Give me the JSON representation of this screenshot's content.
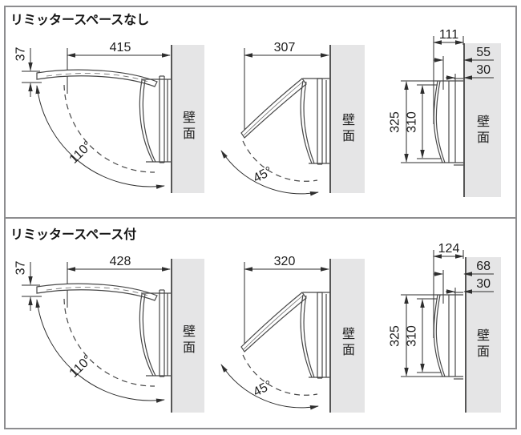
{
  "sections": [
    {
      "title": "リミッタースペースなし",
      "open_view": {
        "flap_height": "37",
        "width_from_wall": "415",
        "open_angle": "110°",
        "wall": "壁面"
      },
      "mid_view": {
        "width_from_wall": "307",
        "open_angle": "45°",
        "wall": "壁面"
      },
      "side_view": {
        "total_depth": "111",
        "front_depth": "55",
        "back_depth": "30",
        "total_height": "325",
        "body_height": "310",
        "wall": "壁面"
      }
    },
    {
      "title": "リミッタースペース付",
      "open_view": {
        "flap_height": "37",
        "width_from_wall": "428",
        "open_angle": "110°",
        "wall": "壁面"
      },
      "mid_view": {
        "width_from_wall": "320",
        "open_angle": "45°",
        "wall": "壁面"
      },
      "side_view": {
        "total_depth": "124",
        "front_depth": "68",
        "back_depth": "30",
        "total_height": "325",
        "body_height": "310",
        "wall": "壁面"
      }
    }
  ],
  "colors": {
    "wall_fill": "#e5e5e6",
    "line": "#2e2e2e",
    "frame": "#8d8d8f"
  }
}
